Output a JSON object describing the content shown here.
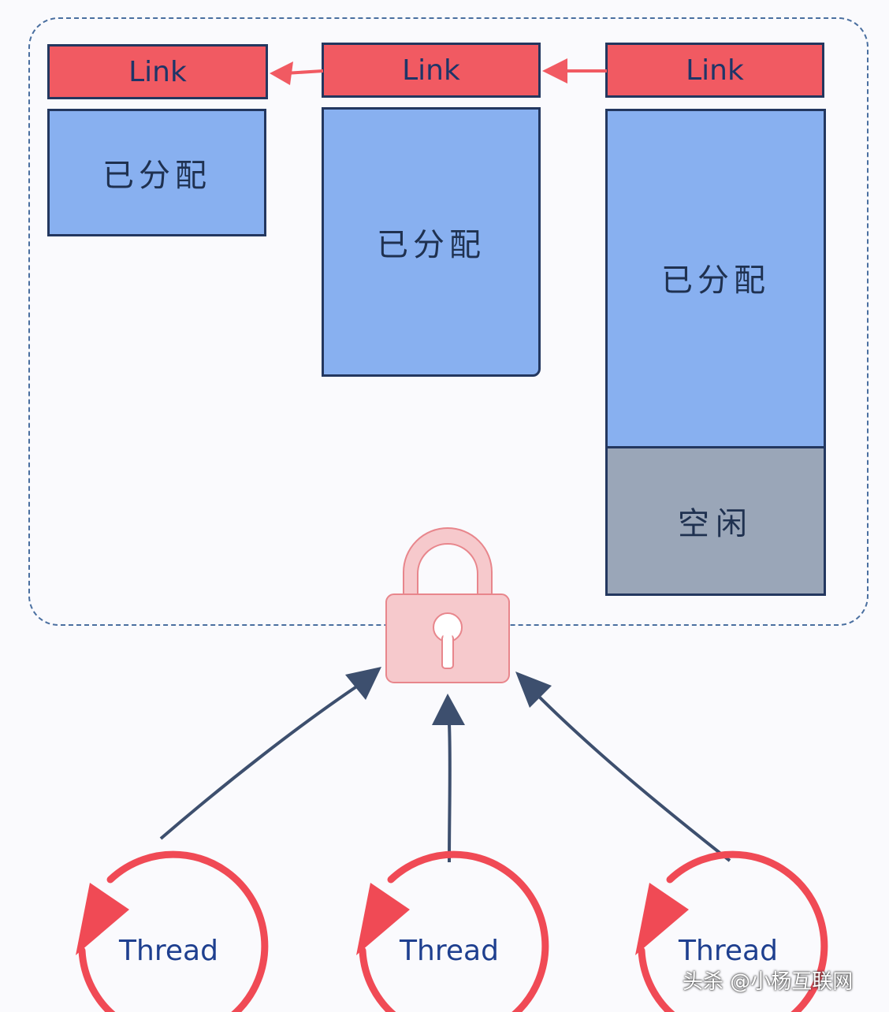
{
  "links": [
    {
      "label": "Link"
    },
    {
      "label": "Link"
    },
    {
      "label": "Link"
    }
  ],
  "blocks": [
    {
      "label": "已分配"
    },
    {
      "label": "已分配"
    },
    {
      "label": "已分配"
    }
  ],
  "free_block": {
    "label": "空闲"
  },
  "threads": [
    {
      "label": "Thread"
    },
    {
      "label": "Thread"
    },
    {
      "label": "Thread"
    }
  ],
  "watermark": "头杀 @小杨互联网",
  "colors": {
    "link_red": "#f15a62",
    "allocated_blue": "#88b0f0",
    "free_gray": "#9aa6b8",
    "lock_pink": "#f6c9cc",
    "arrow_dark": "#3d4f6e",
    "thread_red": "#f04a55"
  },
  "icons": {
    "lock": "padlock-icon"
  }
}
